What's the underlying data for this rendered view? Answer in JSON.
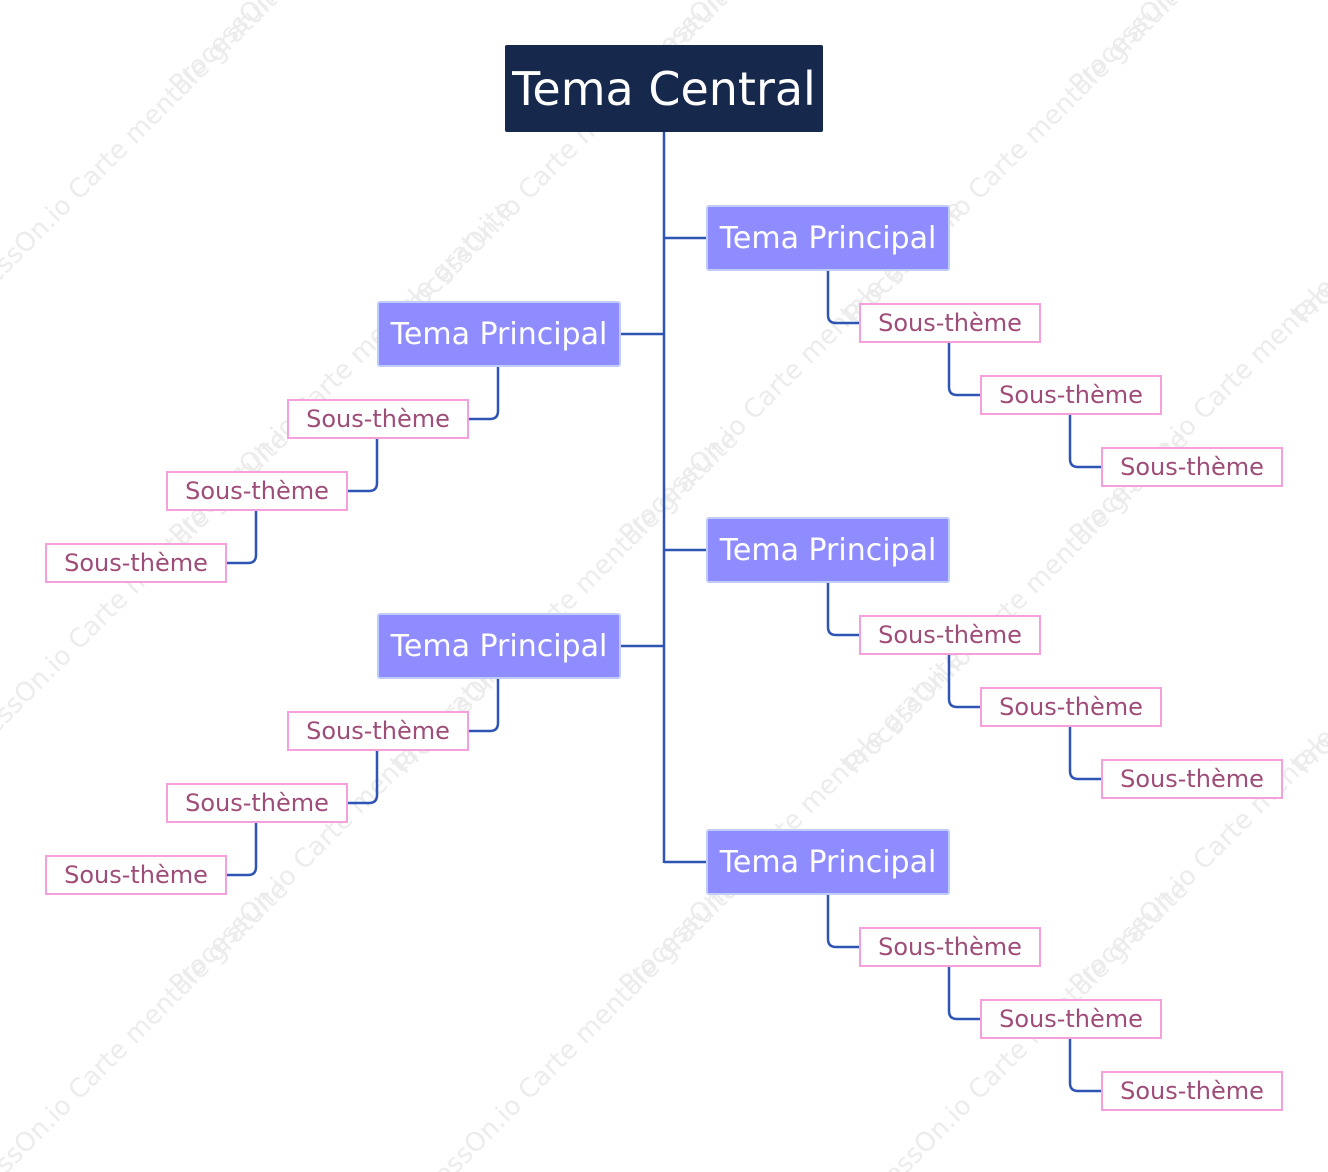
{
  "colors": {
    "central_bg": "#16284b",
    "main_bg": "#8f8cff",
    "sub_border": "#f5a0dc",
    "sub_text": "#9e4c78",
    "connector": "#2e55b4"
  },
  "watermark_text": "ProcessOn.io Carte mentale gratuite",
  "central": {
    "label": "Tema Central"
  },
  "branches": [
    {
      "side": "right",
      "label": "Tema Principal",
      "subtopics": [
        "Sous-thème",
        "Sous-thème",
        "Sous-thème"
      ]
    },
    {
      "side": "left",
      "label": "Tema Principal",
      "subtopics": [
        "Sous-thème",
        "Sous-thème",
        "Sous-thème"
      ]
    },
    {
      "side": "right",
      "label": "Tema Principal",
      "subtopics": [
        "Sous-thème",
        "Sous-thème",
        "Sous-thème"
      ]
    },
    {
      "side": "left",
      "label": "Tema Principal",
      "subtopics": [
        "Sous-thème",
        "Sous-thème",
        "Sous-thème"
      ]
    },
    {
      "side": "right",
      "label": "Tema Principal",
      "subtopics": [
        "Sous-thème",
        "Sous-thème",
        "Sous-thème"
      ]
    }
  ]
}
